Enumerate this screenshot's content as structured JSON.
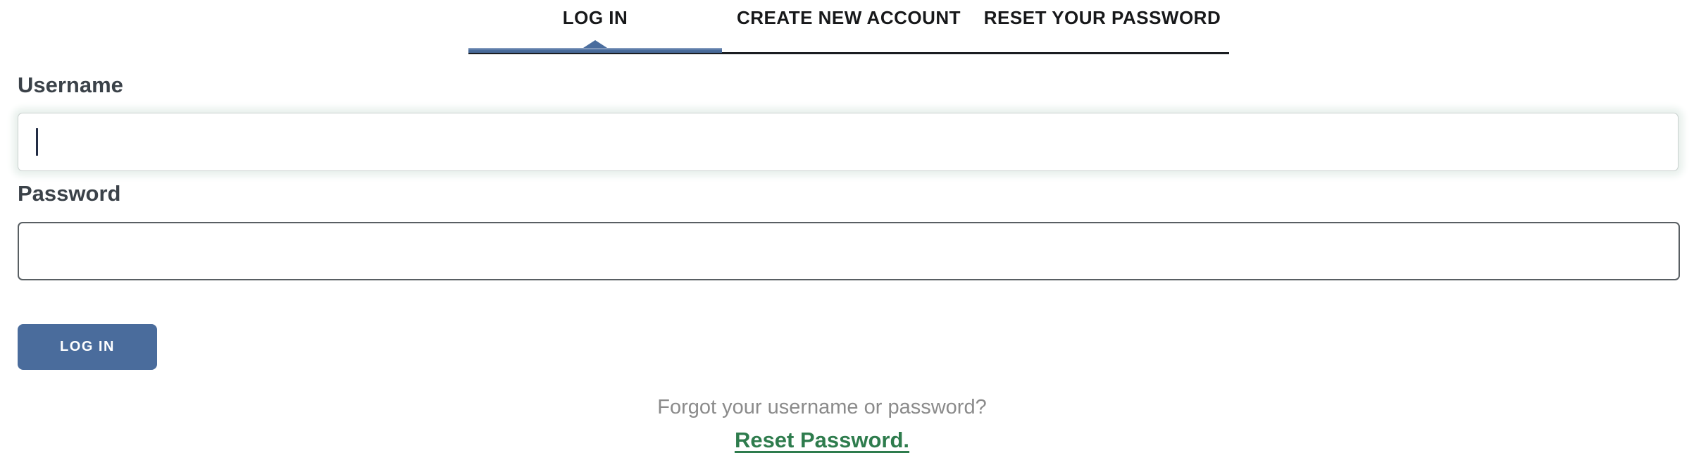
{
  "tabs": [
    {
      "label": "LOG IN",
      "active": true
    },
    {
      "label": "CREATE NEW ACCOUNT",
      "active": false
    },
    {
      "label": "RESET YOUR PASSWORD",
      "active": false
    }
  ],
  "form": {
    "username_label": "Username",
    "username_value": "",
    "password_label": "Password",
    "password_value": "",
    "login_button_label": "LOG IN"
  },
  "footer": {
    "forgot_text": "Forgot your username or password?",
    "reset_link_text": "Reset Password."
  },
  "colors": {
    "accent_blue": "#4a6d9e",
    "tab_underline": "#1a1d21",
    "link_green": "#2e7c4d",
    "label_color": "#3b4249",
    "muted_gray": "#8b8b8b",
    "focus_glow": "#e9f1ed"
  }
}
